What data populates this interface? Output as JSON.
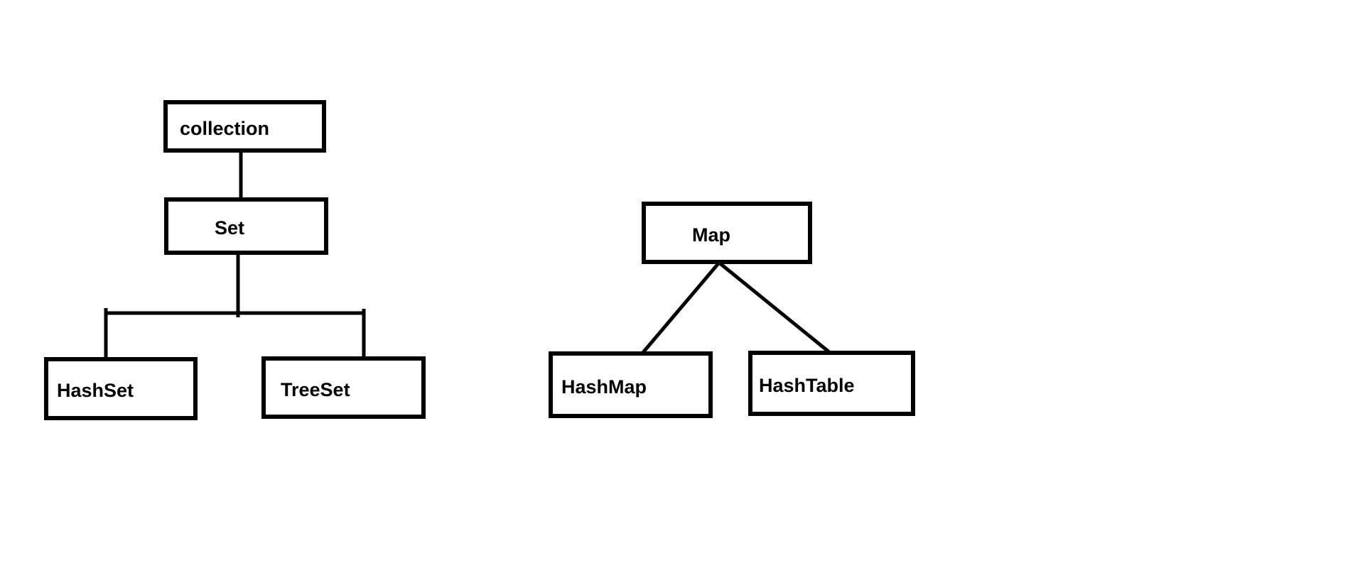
{
  "canvas": {
    "background_color": "#ffffff",
    "line_color": "#000000",
    "text_color": "#000000"
  },
  "diagram": {
    "description": "Java collection class hierarchy sketch",
    "left_tree": {
      "root_label": "collection",
      "nodes": {
        "collection": {
          "label": "collection"
        },
        "set": {
          "label": "Set"
        },
        "hashset": {
          "label": "HashSet"
        },
        "treeset": {
          "label": "TreeSet"
        }
      },
      "edges": [
        {
          "from": "collection",
          "to": "Set",
          "style": "straight-vertical"
        },
        {
          "from": "Set",
          "to": "HashSet",
          "style": "orthogonal-branch"
        },
        {
          "from": "Set",
          "to": "TreeSet",
          "style": "orthogonal-branch"
        }
      ]
    },
    "right_tree": {
      "root_label": "Map",
      "nodes": {
        "map": {
          "label": "Map"
        },
        "hashmap": {
          "label": "HashMap"
        },
        "hashtable": {
          "label": "HashTable"
        }
      },
      "edges": [
        {
          "from": "Map",
          "to": "HashMap",
          "style": "diagonal"
        },
        {
          "from": "Map",
          "to": "HashTable",
          "style": "diagonal"
        }
      ]
    }
  }
}
